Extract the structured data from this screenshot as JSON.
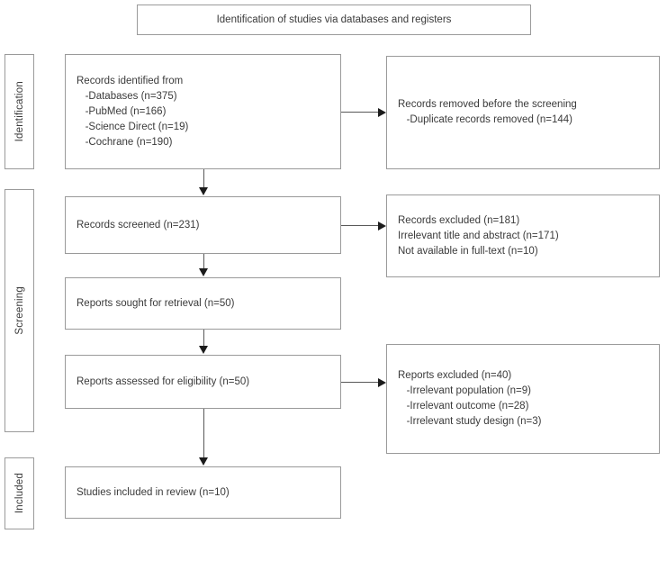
{
  "banner": {
    "title": "Identification of studies via databases and registers"
  },
  "stages": {
    "identification": "Identification",
    "screening": "Screening",
    "included": "Included"
  },
  "flow": {
    "identified": "Records identified from\n   -Databases (n=375)\n   -PubMed (n=166)\n   -Science Direct (n=19)\n   -Cochrane (n=190)",
    "removed": "Records removed before the screening\n   -Duplicate records removed (n=144)",
    "screened": "Records screened (n=231)",
    "excluded_screening": "Records excluded (n=181)\nIrrelevant title and abstract (n=171)\nNot available in full-text (n=10)",
    "sought": "Reports sought for retrieval (n=50)",
    "assessed": "Reports assessed for eligibility (n=50)",
    "excluded_eligibility": "Reports excluded (n=40)\n   -Irrelevant population (n=9)\n   -Irrelevant outcome (n=28)\n   -Irrelevant study design (n=3)",
    "included": "Studies included in review (n=10)"
  },
  "counts": {
    "databases": 375,
    "pubmed": 166,
    "science_direct": 19,
    "cochrane": 190,
    "duplicates_removed": 144,
    "screened": 231,
    "records_excluded": 181,
    "irrelevant_title_abstract": 171,
    "not_available_fulltext": 10,
    "sought_for_retrieval": 50,
    "assessed_for_eligibility": 50,
    "reports_excluded": 40,
    "irrelevant_population": 9,
    "irrelevant_outcome": 28,
    "irrelevant_study_design": 3,
    "included_in_review": 10
  },
  "colors": {
    "border": "#9a9a9a",
    "text": "#3a3a3a",
    "connector": "#585858",
    "arrow": "#1c1c1c",
    "background": "#ffffff"
  }
}
